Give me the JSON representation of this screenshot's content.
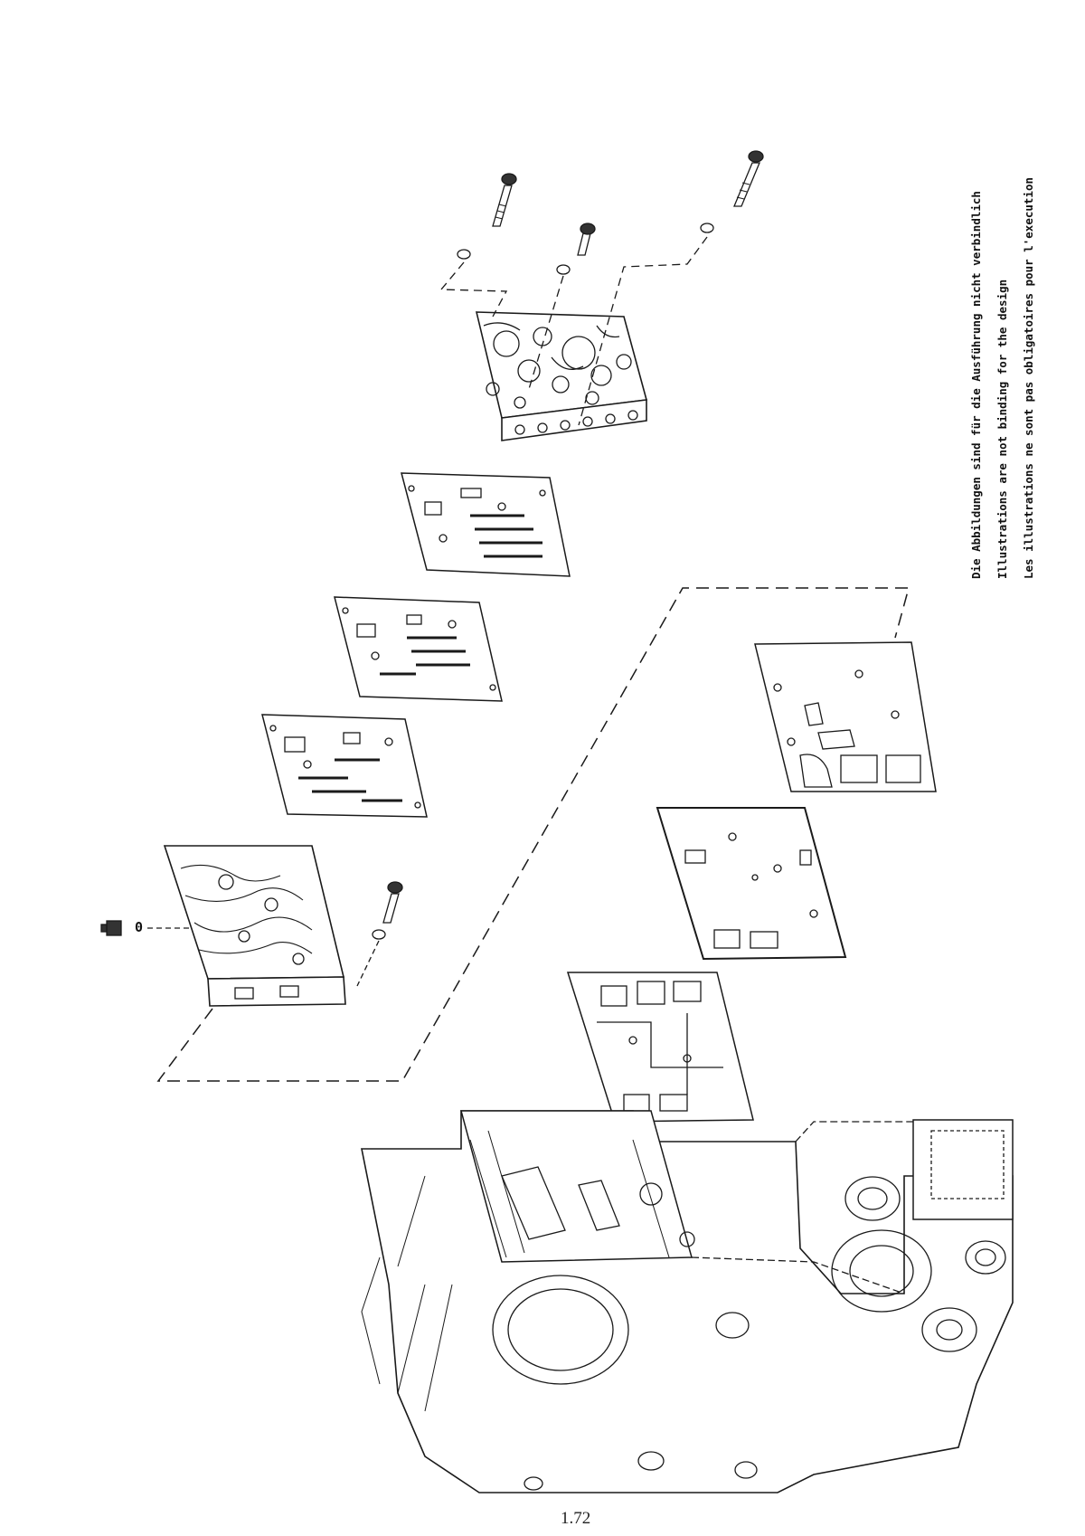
{
  "document": {
    "disclaimer": [
      "Die Abbildungen sind für die Ausführung nicht verbindlich",
      "Illustrations are not binding for the design",
      "Les illustrations ne sont pas obligatoires pour l'execution"
    ],
    "page_number": "1.72"
  },
  "callouts": {
    "washer_label": "0"
  }
}
